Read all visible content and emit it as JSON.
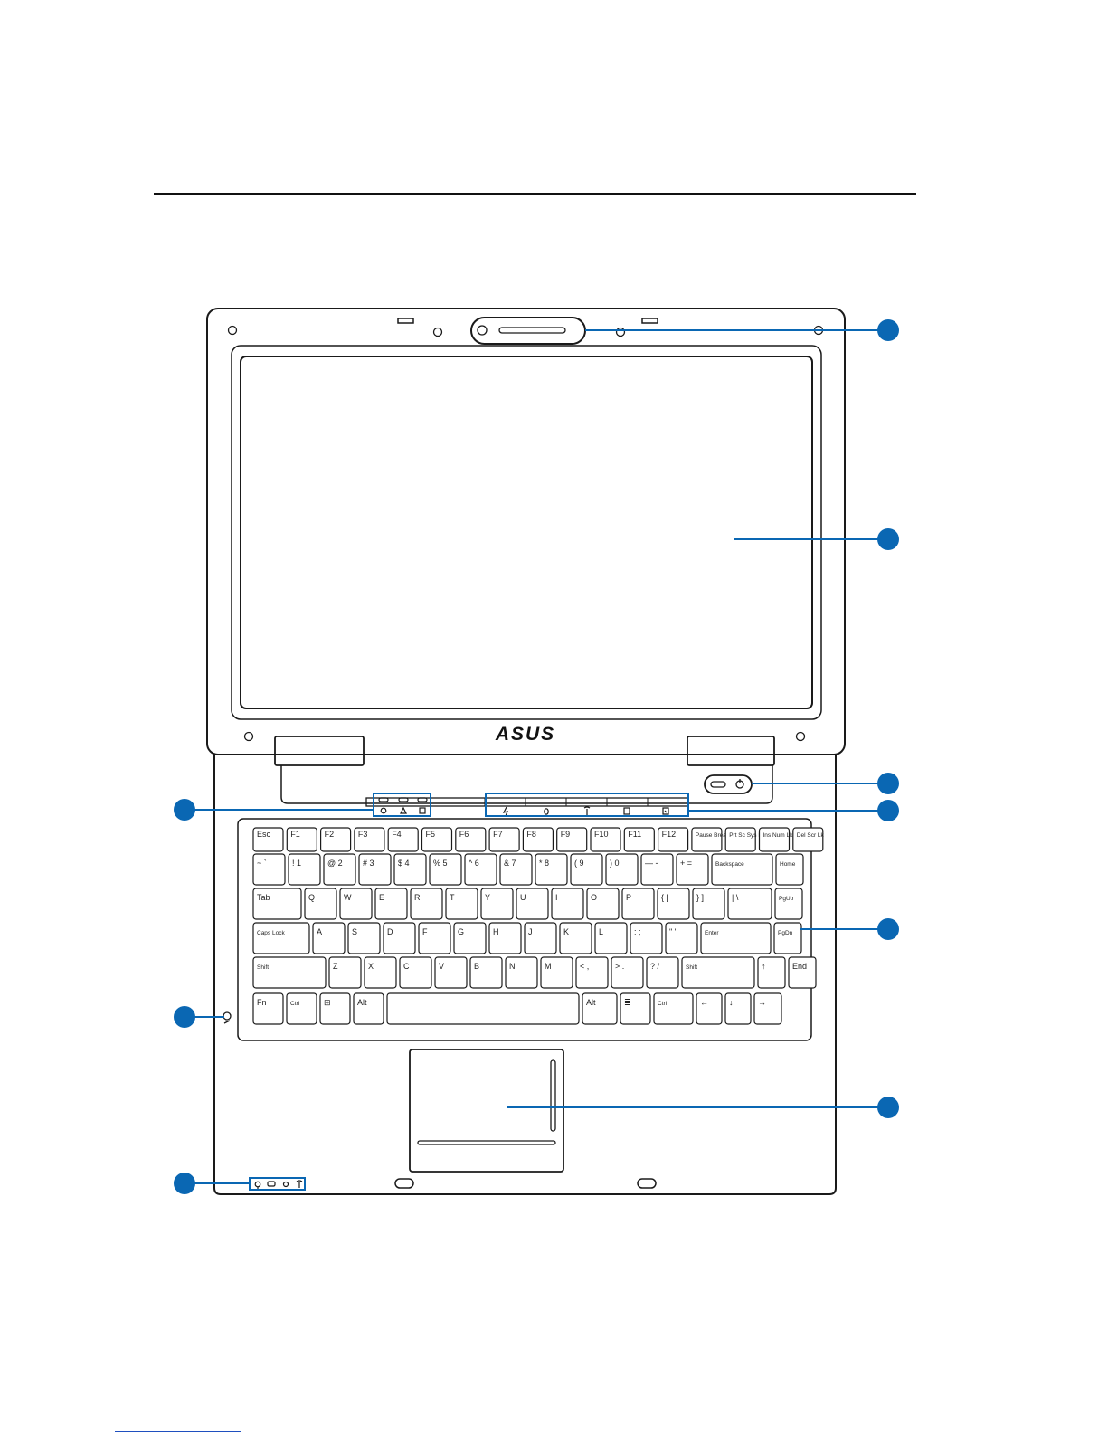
{
  "brand_logo": "ASUS",
  "colors": {
    "accent": "#0a67b3",
    "outline": "#1a1a1a",
    "rule": "#111111"
  },
  "icons": {
    "top_led_icons": [
      "num-lock-icon",
      "caps-lock-icon",
      "scroll-lock-icon"
    ],
    "instant_keys": [
      "power4gear-icon",
      "touchpad-lock-icon",
      "wireless-icon",
      "webcam-icon",
      "scroll-lock-icon"
    ],
    "front_leds": [
      "power-led-icon",
      "battery-led-icon",
      "disk-led-icon",
      "wireless-led-icon"
    ],
    "microphone": "microphone-icon"
  },
  "keyboard": {
    "row0": [
      "Esc",
      "F1",
      "F2",
      "F3",
      "F4",
      "F5",
      "F6",
      "F7",
      "F8",
      "F9",
      "F10",
      "F11",
      "F12",
      "Pause Break",
      "Prt Sc Sys Rq",
      "Ins Num Lk",
      "Del Scr Lk"
    ],
    "row1": [
      "~ `",
      "! 1",
      "@ 2",
      "# 3",
      "$ 4",
      "% 5",
      "^ 6",
      "& 7",
      "* 8",
      "( 9",
      ") 0",
      "— -",
      "+ =",
      "Backspace",
      "Home"
    ],
    "row2": [
      "Tab",
      "Q",
      "W",
      "E",
      "R",
      "T",
      "Y",
      "U",
      "I",
      "O",
      "P",
      "{ [",
      "} ]",
      "| \\",
      "PgUp"
    ],
    "row3": [
      "Caps Lock",
      "A",
      "S",
      "D",
      "F",
      "G",
      "H",
      "J",
      "K",
      "L",
      ": ;",
      "\" '",
      "Enter",
      "PgDn"
    ],
    "row4": [
      "Shift",
      "Z",
      "X",
      "C",
      "V",
      "B",
      "N",
      "M",
      "< ,",
      "> .",
      "? /",
      "Shift",
      "↑",
      "End"
    ],
    "row5": [
      "Fn",
      "Ctrl",
      "⊞",
      "Alt",
      "",
      "Alt",
      "≣",
      "Ctrl",
      "←",
      "↓",
      "→"
    ]
  }
}
